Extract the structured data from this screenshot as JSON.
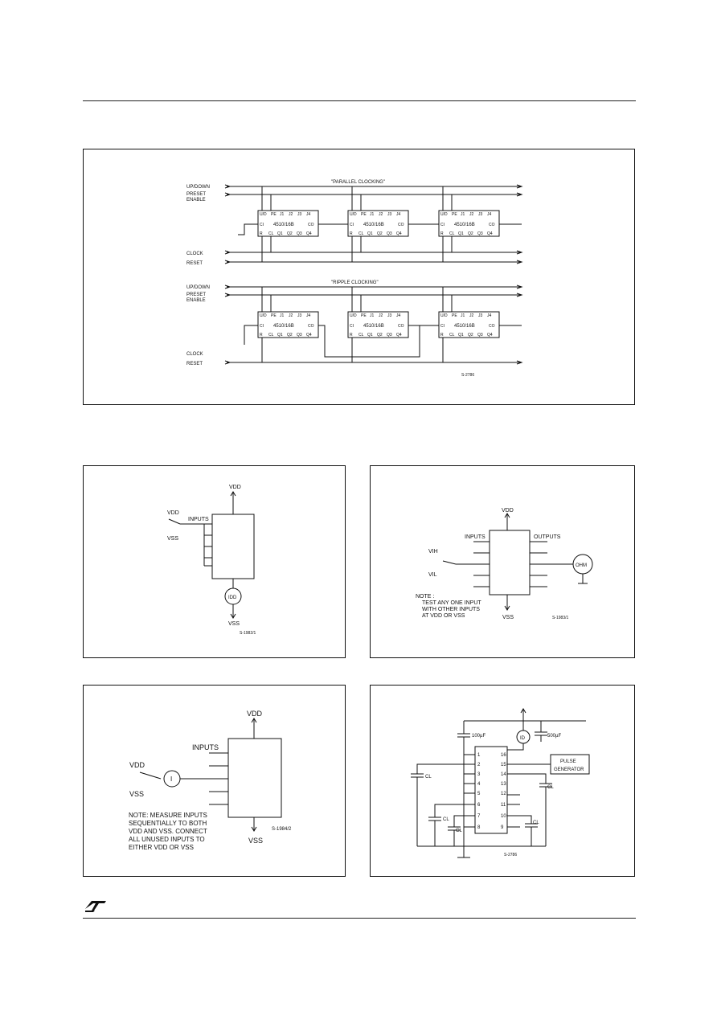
{
  "fig1": {
    "label_parallel": "\"PARALLEL CLOCKING\"",
    "label_ripple": "\"RIPPLE CLOCKING\"",
    "up_down": "UP/DOWN",
    "preset": "PRESET",
    "enable": "ENABLE",
    "clock": "CLOCK",
    "reset": "RESET",
    "chip": "4510/16B",
    "pin_ud": "U/D",
    "pin_pe": "PE",
    "pin_j1": "J1",
    "pin_j2": "J2",
    "pin_j3": "J3",
    "pin_j4": "J4",
    "pin_ci": "CI",
    "pin_co": "CO",
    "pin_r": "R",
    "pin_cl": "CL",
    "pin_q1": "Q1",
    "pin_q2": "Q2",
    "pin_q3": "Q3",
    "pin_q4": "Q4",
    "code": "S-2786"
  },
  "fig2": {
    "vdd": "VDD",
    "vss": "VSS",
    "inputs": "INPUTS",
    "idd": "IDD",
    "code": "S-1982/1"
  },
  "fig3": {
    "vdd": "VDD",
    "vss": "VSS",
    "vih": "VIH",
    "vil": "VIL",
    "inputs": "INPUTS",
    "outputs": "OUTPUTS",
    "ohm": "OHM",
    "note1": "NOTE :",
    "note2": "TEST ANY ONE INPUT",
    "note3": "WITH OTHER INPUTS",
    "note4": "AT VDD OR VSS",
    "code": "S-1983/1"
  },
  "fig4": {
    "vdd": "VDD",
    "vss": "VSS",
    "inputs": "INPUTS",
    "i": "I",
    "note1": "NOTE: MEASURE INPUTS",
    "note2": "SEQUENTIALLY TO BOTH",
    "note3": "VDD AND VSS. CONNECT",
    "note4": "ALL UNUSED INPUTS TO",
    "note5": "EITHER VDD OR VSS",
    "code": "S-1984/2"
  },
  "fig5": {
    "cap1": "100µF",
    "cap2": "500µF",
    "id": "ID",
    "cl": "CL",
    "pulse1": "PULSE",
    "pulse2": "GENERATOR",
    "pins_left": [
      "1",
      "2",
      "3",
      "4",
      "5",
      "6",
      "7",
      "8"
    ],
    "pins_right": [
      "16",
      "15",
      "14",
      "13",
      "12",
      "11",
      "10",
      "9"
    ],
    "code": "S-2786"
  }
}
